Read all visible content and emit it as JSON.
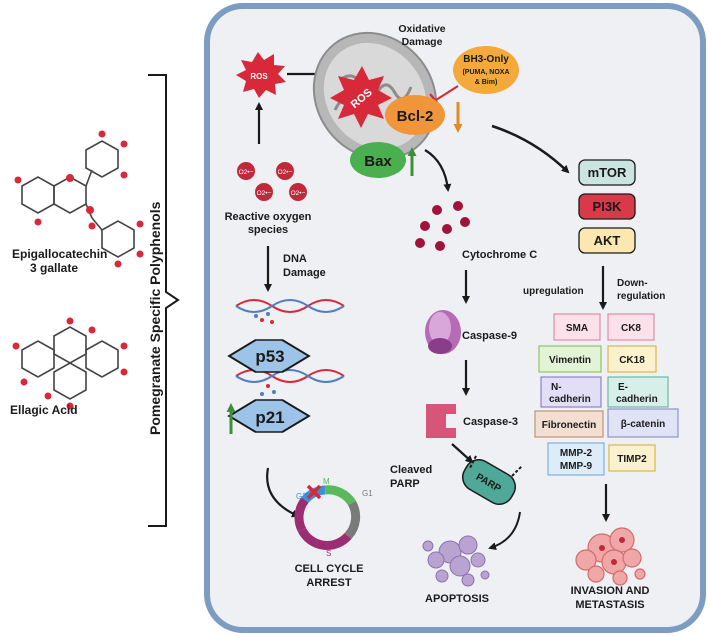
{
  "left_panel": {
    "group_label": "Pomegranate Specific Polyphenols",
    "compounds": [
      {
        "line1": "Epigallocatechin",
        "line2": "3 gallate"
      },
      {
        "line1": "Ellagic Acid"
      }
    ]
  },
  "ros": {
    "badge": "ROS",
    "mito_badge": "ROS",
    "species_label_line1": "Reactive oxygen",
    "species_label_line2": "species",
    "superoxide": [
      "O2•−",
      "O2•−",
      "O2•−",
      "O2•−"
    ]
  },
  "mitochondria": {
    "oxidative_line1": "Oxidative",
    "oxidative_line2": "Damage",
    "bh3_title": "BH3-Only",
    "bh3_sub1": "(PUMA, NOXA",
    "bh3_sub2": "& Bim)",
    "bcl2": "Bcl-2",
    "bax": "Bax"
  },
  "dna": {
    "damage_line1": "DNA",
    "damage_line2": "Damage",
    "p53": "p53",
    "p21": "p21"
  },
  "cell_cycle": {
    "phases": {
      "m": "M",
      "g1": "G1",
      "g2": "G2",
      "s": "S"
    },
    "label_line1": "CELL CYCLE",
    "label_line2": "ARREST"
  },
  "apoptosis": {
    "cytochrome": "Cytochrome C",
    "caspase9": "Caspase-9",
    "caspase3": "Caspase-3",
    "cleaved_line1": "Cleaved",
    "cleaved_line2": "PARP",
    "parp": "PARP",
    "apoptosis_label": "APOPTOSIS"
  },
  "signaling": {
    "mtor": "mTOR",
    "pi3k": "PI3K",
    "akt": "AKT",
    "upregulation": "upregulation",
    "down_line1": "Down-",
    "down_line2": "regulation"
  },
  "markers": {
    "sma": "SMA",
    "ck8": "CK8",
    "vimentin": "Vimentin",
    "ck18": "CK18",
    "ncad_line1": "N-",
    "ncad_line2": "cadherin",
    "ecad_line1": "E-",
    "ecad_line2": "cadherin",
    "fibronectin": "Fibronectin",
    "bcatenin": "β-catenin",
    "mmp_line1": "MMP-2",
    "mmp_line2": "MMP-9",
    "timp2": "TIMP2"
  },
  "invasion": {
    "line1": "INVASION AND",
    "line2": "METASTASIS"
  },
  "colors": {
    "cell_border": "#7d9cc2",
    "cell_fill": "#eef0f3",
    "ros_red": "#d8293a",
    "bcl2_orange": "#f0953a",
    "bh3_yellow": "#f4a93a",
    "bax_green": "#4bae4f",
    "mtor": "#cbe4e0",
    "pi3k": "#d83a4a",
    "akt": "#fbe7b0",
    "caspase": "#b56bb5",
    "caspase3": "#d8557a",
    "parp": "#4fa898",
    "up_arrow": "#3f8f38",
    "down_arrow": "#e58a1f"
  }
}
